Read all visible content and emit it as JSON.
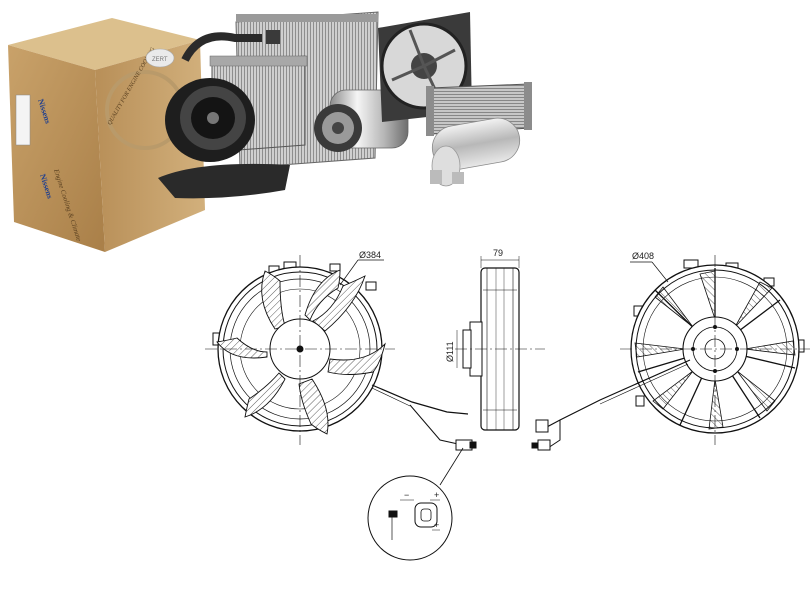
{
  "product_photo": {
    "box_brand": "Nissens",
    "box_tagline": "Engine Cooling & Climate",
    "box_seal_text": "QUALITY FOR ENGINE COOLING",
    "box_corner_mark": "ZERT"
  },
  "drawing": {
    "front_left_diameter": "Ø384",
    "side_depth": "79",
    "side_hub_diameter": "Ø111",
    "front_right_diameter": "Ø408",
    "connector_pin_minus": "−",
    "connector_pin_plus": "+"
  }
}
